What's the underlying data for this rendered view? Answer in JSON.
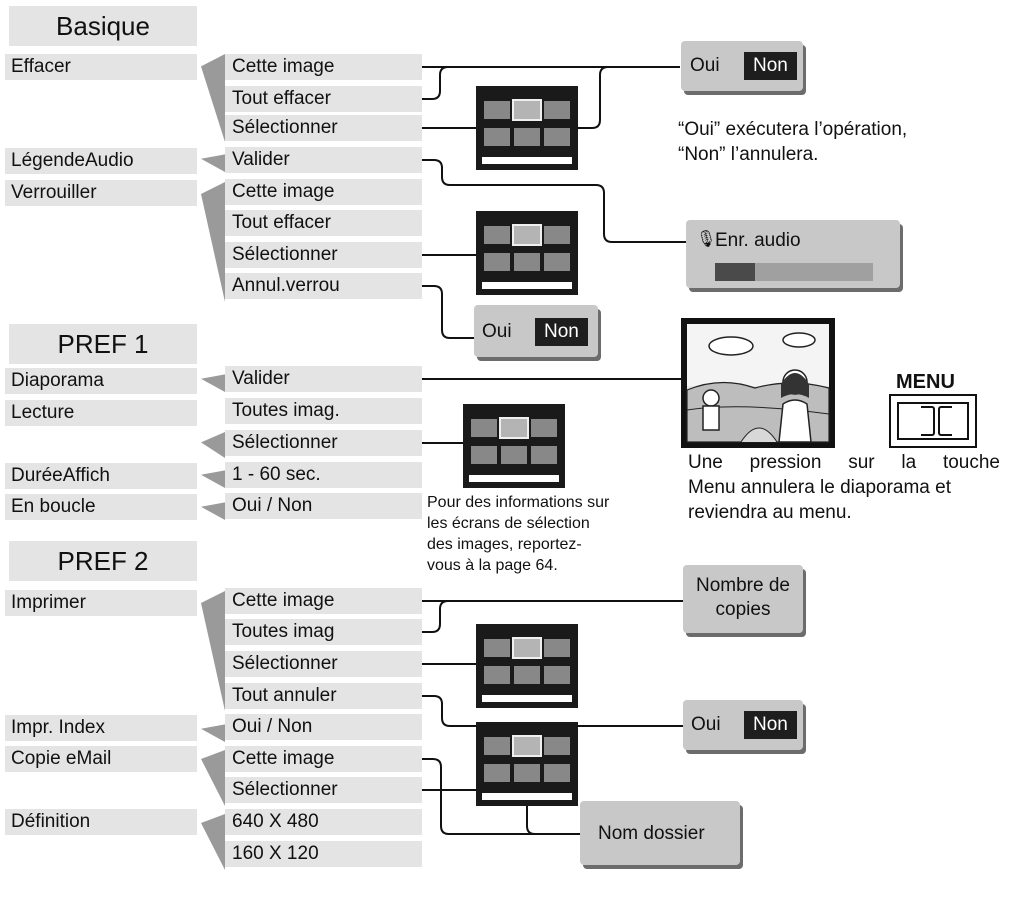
{
  "sections": {
    "basique": "Basique",
    "pref1": "PREF 1",
    "pref2": "PREF 2"
  },
  "categories": {
    "effacer": "Effacer",
    "legende_audio": "LégendeAudio",
    "verrouiller": "Verrouiller",
    "diaporama": "Diaporama",
    "lecture": "Lecture",
    "duree_affich": "DuréeAffich",
    "en_boucle": "En boucle",
    "imprimer": "Imprimer",
    "impr_index": "Impr. Index",
    "copie_email": "Copie eMail",
    "definition": "Définition"
  },
  "options": {
    "effacer": [
      "Cette image",
      "Tout effacer",
      "Sélectionner"
    ],
    "legende_audio": [
      "Valider"
    ],
    "verrouiller": [
      "Cette image",
      "Tout effacer",
      "Sélectionner",
      "Annul.verrou"
    ],
    "diaporama": [
      "Valider"
    ],
    "lecture": [
      "Toutes imag.",
      "Sélectionner"
    ],
    "duree_affich": [
      "1 - 60 sec."
    ],
    "en_boucle": [
      "Oui / Non"
    ],
    "imprimer": [
      "Cette image",
      "Toutes imag",
      "Sélectionner",
      "Tout annuler"
    ],
    "impr_index": [
      "Oui / Non"
    ],
    "copie_email": [
      "Cette image",
      "Sélectionner"
    ],
    "definition": [
      "640 X 480",
      "160 X 120"
    ]
  },
  "dialogs": {
    "oui": "Oui",
    "non": "Non",
    "enr_audio": "Enr. audio",
    "nombre_copies_1": "Nombre de",
    "nombre_copies_2": "copies",
    "nom_dossier": "Nom dossier"
  },
  "audio_progress": 0.25,
  "texts": {
    "oui_note_1": "“Oui” exécutera l’opération,",
    "oui_note_2": "“Non” l’annulera.",
    "menu_label": "MENU",
    "menu_note_1": "Une pression sur la touche",
    "menu_note_2": "Menu annulera le diaporama et",
    "menu_note_3": "reviendra au menu.",
    "select_note_1": "Pour des informations sur",
    "select_note_2": "les écrans de sélection",
    "select_note_3": "des images, reportez-",
    "select_note_4": "vous à la page 64."
  },
  "colors": {
    "box": "#e4e4e4",
    "wedge": "#9a9a9a",
    "panel": "#c8c8c8",
    "dark": "#1e1e1e"
  }
}
